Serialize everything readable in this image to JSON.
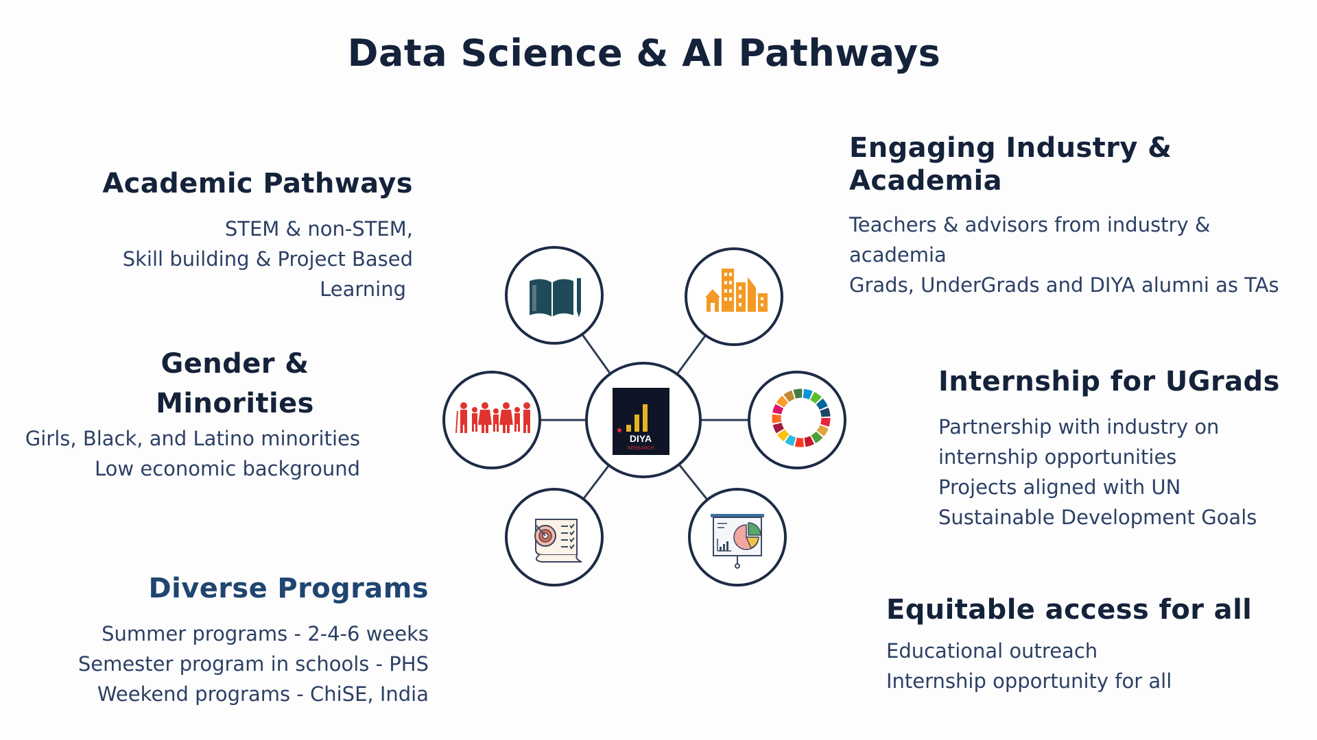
{
  "title": "Data Science & AI Pathways",
  "academic": {
    "heading": "Academic Pathways",
    "lines": [
      "STEM & non-STEM,",
      "Skill building & Project Based",
      "Learning"
    ]
  },
  "gender": {
    "heading": "Gender & Minorities",
    "lines": [
      "Girls, Black, and Latino minorities",
      "Low economic background"
    ]
  },
  "diverse": {
    "heading": "Diverse Programs",
    "lines": [
      "Summer programs - 2-4-6 weeks",
      "Semester program in schools - PHS",
      "Weekend programs - ChiSE, India"
    ]
  },
  "industry": {
    "heading": "Engaging Industry & Academia",
    "lines": [
      "Teachers & advisors from industry & academia",
      "Grads,  UnderGrads and DIYA alumni as TAs"
    ]
  },
  "internship": {
    "heading": "Internship for UGrads",
    "lines": [
      "Partnership with industry on",
      "internship opportunities",
      "Projects aligned with UN",
      "Sustainable Development Goals"
    ]
  },
  "equitable": {
    "heading": "Equitable access for all",
    "lines": [
      "Educational outreach",
      "Internship opportunity for all"
    ]
  },
  "logo": {
    "name": "DIYA",
    "subtitle": "RESEARCH"
  },
  "colors": {
    "navy": "#14223a",
    "text": "#2c4064",
    "circle_stroke": "#1d2b45",
    "book": "#1f4a5a",
    "city": "#f39a25",
    "family": "#e0342e",
    "logo_bg": "#0f1526",
    "logo_accent": "#e8b321",
    "logo_red": "#d62c3a"
  },
  "icons": [
    "book-pencil-icon",
    "city-buildings-icon",
    "family-icon",
    "sdg-wheel-icon",
    "target-checklist-icon",
    "presentation-chart-icon"
  ]
}
